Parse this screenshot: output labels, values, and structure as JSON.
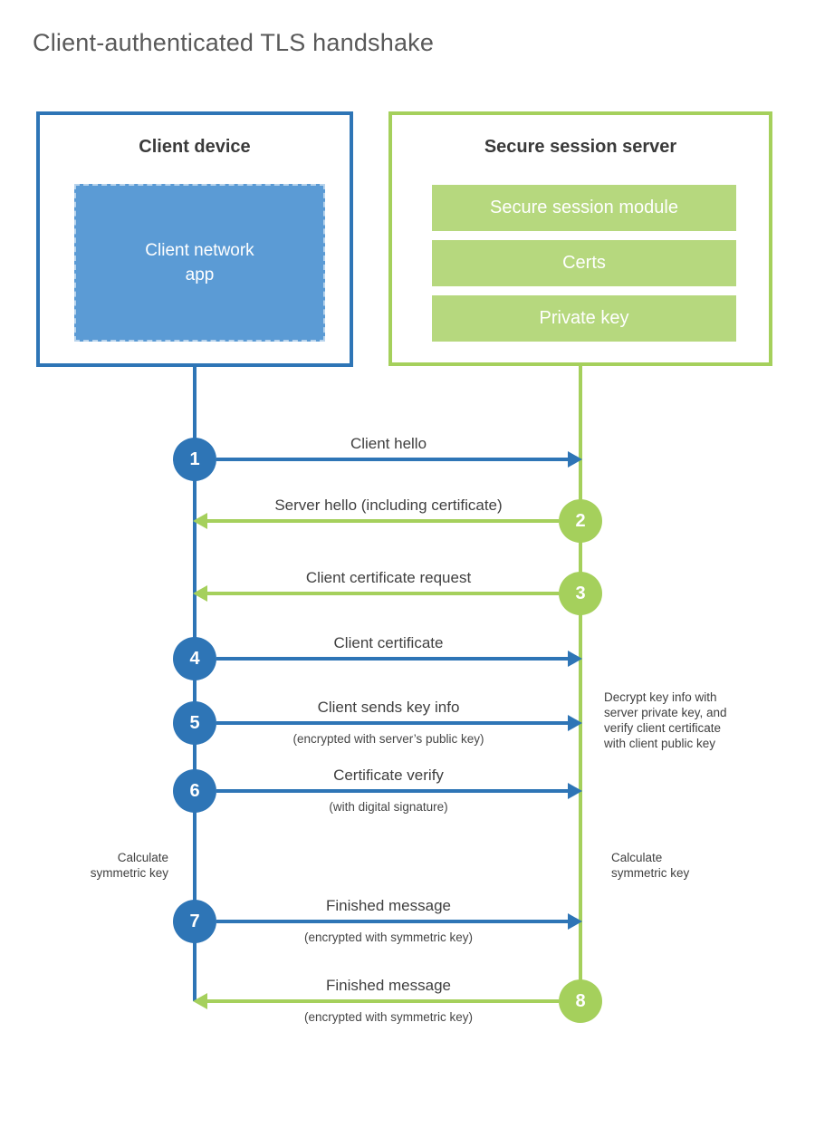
{
  "title": "Client-authenticated TLS handshake",
  "colors": {
    "blue_line": "#2e75b6",
    "blue_fill": "#5b9bd5",
    "green_line": "#a5d05c",
    "green_fill": "#b6d87e"
  },
  "client": {
    "header": "Client device",
    "app_label": "Client network\napp"
  },
  "server": {
    "header": "Secure session server",
    "modules": [
      "Secure session module",
      "Certs",
      "Private key"
    ]
  },
  "messages": [
    {
      "num": "1",
      "label": "Client hello",
      "sub": "",
      "direction": "right",
      "color": "blue"
    },
    {
      "num": "2",
      "label": "Server hello (including certificate)",
      "sub": "",
      "direction": "left",
      "color": "green"
    },
    {
      "num": "3",
      "label": "Client certificate request",
      "sub": "",
      "direction": "left",
      "color": "green"
    },
    {
      "num": "4",
      "label": "Client certificate",
      "sub": "",
      "direction": "right",
      "color": "blue"
    },
    {
      "num": "5",
      "label": "Client sends key info",
      "sub": "(encrypted with server’s public key)",
      "direction": "right",
      "color": "blue"
    },
    {
      "num": "6",
      "label": "Certificate verify",
      "sub": "(with digital signature)",
      "direction": "right",
      "color": "blue"
    },
    {
      "num": "7",
      "label": "Finished message",
      "sub": "(encrypted with symmetric key)",
      "direction": "right",
      "color": "blue"
    },
    {
      "num": "8",
      "label": "Finished message",
      "sub": "(encrypted with symmetric key)",
      "direction": "left",
      "color": "green"
    }
  ],
  "notes": {
    "decrypt": "Decrypt key info with\nserver private key, and\nverify client certificate\nwith client public key",
    "calc_left": "Calculate\nsymmetric key",
    "calc_right": "Calculate\nsymmetric key"
  }
}
